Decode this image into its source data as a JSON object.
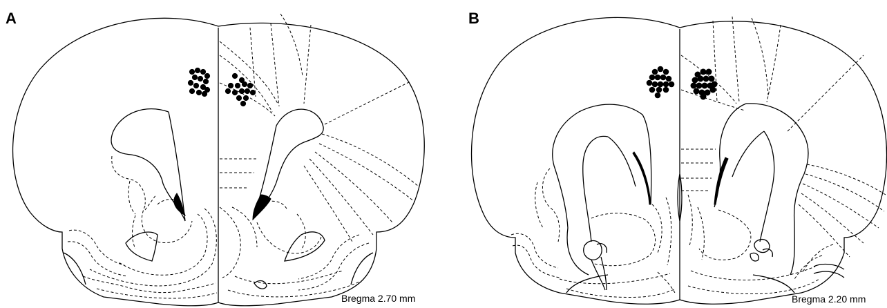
{
  "panels": [
    {
      "label": "A",
      "bregma": "Bregma 2.70 mm"
    },
    {
      "label": "B",
      "bregma": "Bregma 2.20 mm"
    }
  ]
}
